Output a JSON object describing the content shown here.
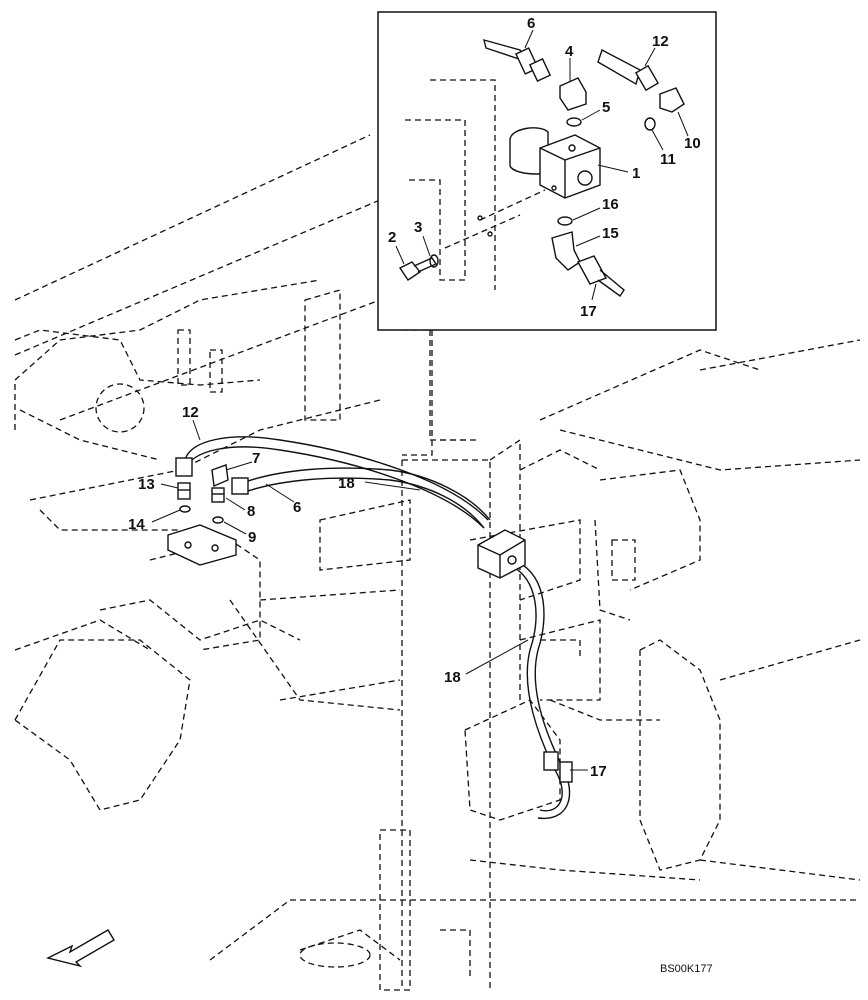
{
  "drawing_code": "BS00K177",
  "inset_callouts": [
    {
      "id": "inset-6",
      "label": "6"
    },
    {
      "id": "inset-4",
      "label": "4"
    },
    {
      "id": "inset-12",
      "label": "12"
    },
    {
      "id": "inset-5",
      "label": "5"
    },
    {
      "id": "inset-10",
      "label": "10"
    },
    {
      "id": "inset-11",
      "label": "11"
    },
    {
      "id": "inset-1",
      "label": "1"
    },
    {
      "id": "inset-16",
      "label": "16"
    },
    {
      "id": "inset-3",
      "label": "3"
    },
    {
      "id": "inset-2",
      "label": "2"
    },
    {
      "id": "inset-15",
      "label": "15"
    },
    {
      "id": "inset-17",
      "label": "17"
    }
  ],
  "main_callouts": [
    {
      "id": "main-12",
      "label": "12"
    },
    {
      "id": "main-7",
      "label": "7"
    },
    {
      "id": "main-13",
      "label": "13"
    },
    {
      "id": "main-18a",
      "label": "18"
    },
    {
      "id": "main-8",
      "label": "8"
    },
    {
      "id": "main-6",
      "label": "6"
    },
    {
      "id": "main-14",
      "label": "14"
    },
    {
      "id": "main-9",
      "label": "9"
    },
    {
      "id": "main-18b",
      "label": "18"
    },
    {
      "id": "main-17",
      "label": "17"
    }
  ]
}
